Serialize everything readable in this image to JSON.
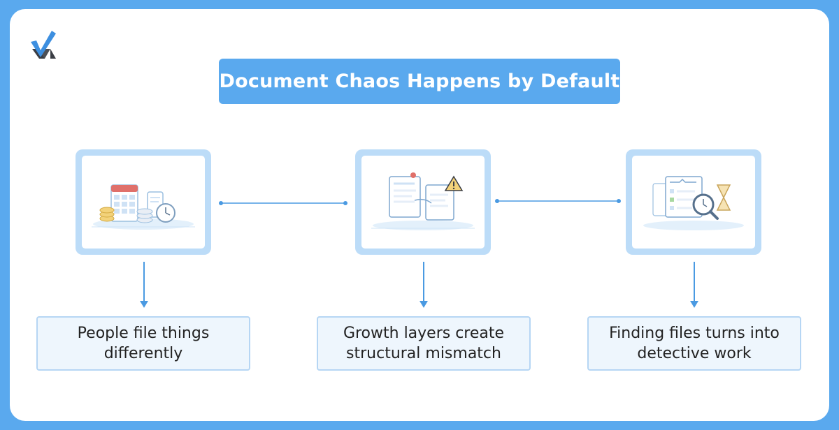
{
  "title": "Document Chaos Happens by Default",
  "colors": {
    "background": "#5aa9ee",
    "card": "#ffffff",
    "frame": "#bcdcf8",
    "caption_fill": "#eef6fd",
    "caption_border": "#b6d6f4",
    "line": "#4a9ae2"
  },
  "logo": {
    "icon": "checkmark-x-logo"
  },
  "steps": [
    {
      "icon": "calendar-coins-clock-illustration",
      "caption": "People file things differently"
    },
    {
      "icon": "conflicting-documents-warning-illustration",
      "caption": "Growth layers create structural mismatch"
    },
    {
      "icon": "documents-magnifier-hourglass-illustration",
      "caption": "Finding files turns into detective work"
    }
  ]
}
